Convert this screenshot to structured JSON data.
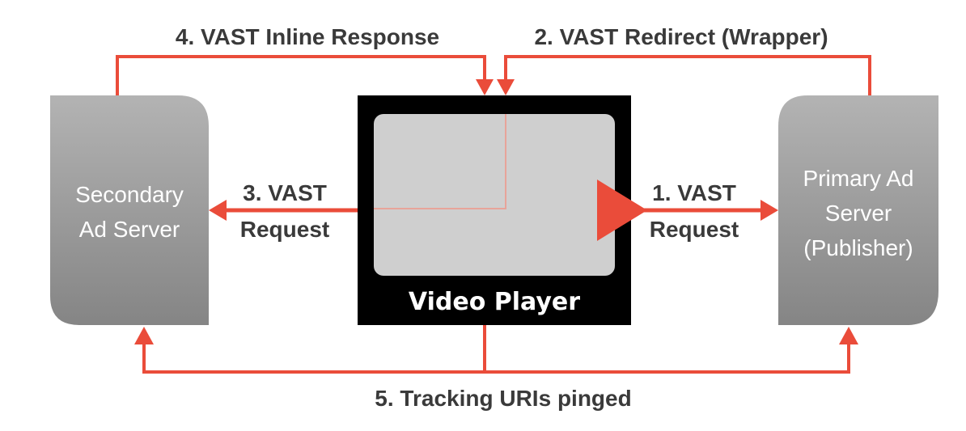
{
  "colors": {
    "arrow": "#ea4c3a",
    "server_fill_top": "#a9a9a9",
    "server_fill_bottom": "#8c8c8c",
    "player_frame": "#000000",
    "player_screen": "#cfcfcf",
    "label_text": "#3a3a3a",
    "server_text": "#ffffff"
  },
  "nodes": {
    "secondary_server": {
      "line1": "Secondary",
      "line2": "Ad Server"
    },
    "primary_server": {
      "line1": "Primary Ad",
      "line2": "Server",
      "line3": "(Publisher)"
    },
    "video_player": {
      "label": "Video Player",
      "play_icon": "play-icon"
    }
  },
  "edges": {
    "step1": {
      "line1": "1. VAST",
      "line2": "Request"
    },
    "step2": {
      "label": "2. VAST Redirect (Wrapper)"
    },
    "step3": {
      "line1": "3. VAST",
      "line2": "Request"
    },
    "step4": {
      "label": "4. VAST Inline Response"
    },
    "step5": {
      "label": "5. Tracking URIs pinged"
    }
  }
}
